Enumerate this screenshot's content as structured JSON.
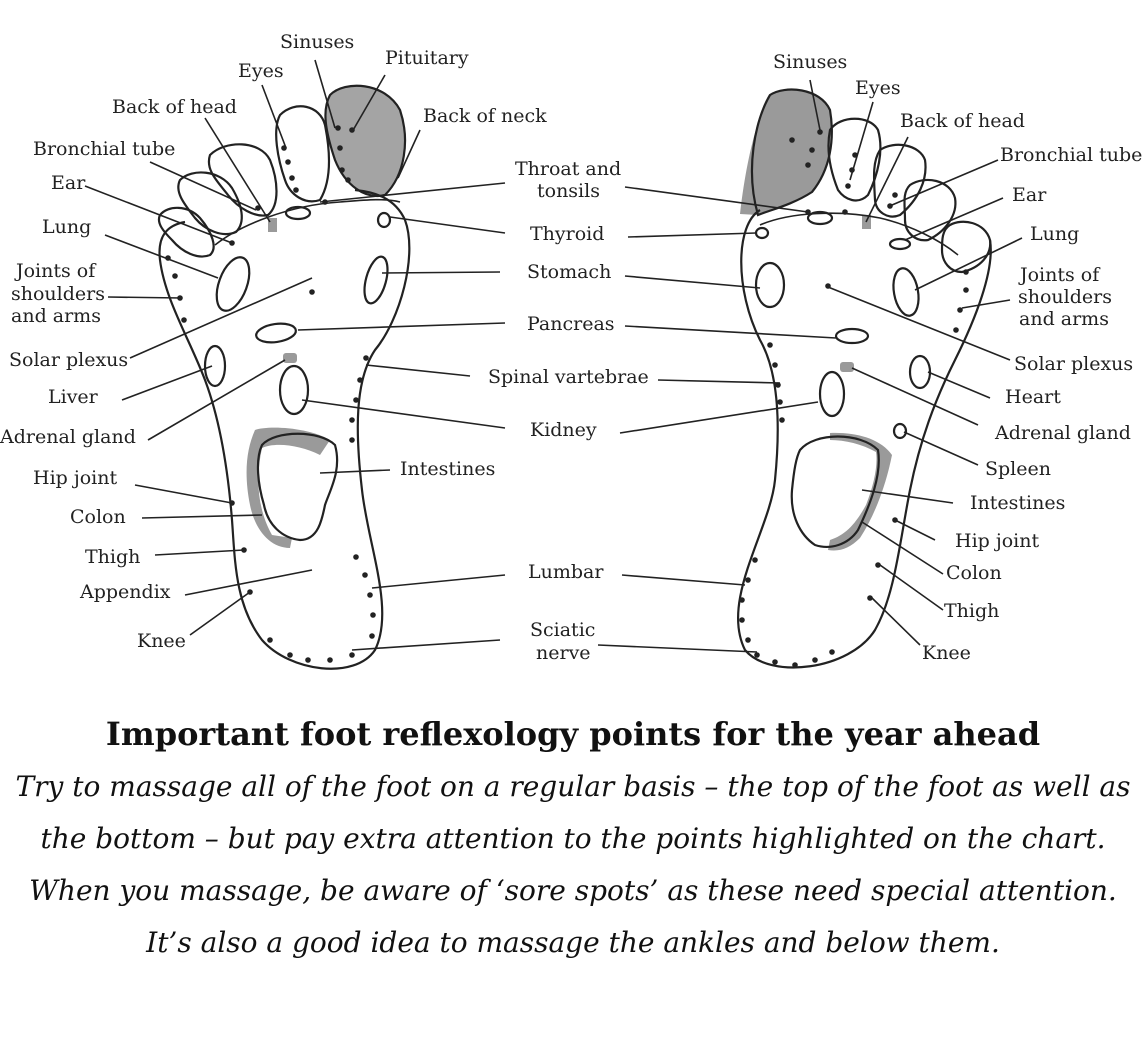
{
  "left_foot": {
    "sinuses": "Sinuses",
    "pituitary": "Pituitary",
    "eyes": "Eyes",
    "back_of_head": "Back of head",
    "back_of_neck": "Back of neck",
    "bronchial_tube": "Bronchial tube",
    "ear": "Ear",
    "lung": "Lung",
    "joints_line1": "Joints of",
    "joints_line2": "shoulders",
    "joints_line3": "and arms",
    "solar_plexus": "Solar plexus",
    "liver": "Liver",
    "adrenal_gland": "Adrenal gland",
    "hip_joint": "Hip joint",
    "colon": "Colon",
    "thigh": "Thigh",
    "appendix": "Appendix",
    "knee": "Knee",
    "intestines": "Intestines"
  },
  "center": {
    "throat_line1": "Throat and",
    "throat_line2": "tonsils",
    "thyroid": "Thyroid",
    "stomach": "Stomach",
    "pancreas": "Pancreas",
    "spinal": "Spinal vartebrae",
    "kidney": "Kidney",
    "lumbar": "Lumbar",
    "sciatic_line1": "Sciatic",
    "sciatic_line2": "nerve"
  },
  "right_foot": {
    "sinuses": "Sinuses",
    "eyes": "Eyes",
    "back_of_head": "Back of head",
    "bronchial_tube": "Bronchial tube",
    "ear": "Ear",
    "lung": "Lung",
    "joints_line1": "Joints of",
    "joints_line2": "shoulders",
    "joints_line3": "and arms",
    "solar_plexus": "Solar plexus",
    "heart": "Heart",
    "adrenal_gland": "Adrenal gland",
    "spleen": "Spleen",
    "intestines": "Intestines",
    "hip_joint": "Hip joint",
    "colon": "Colon",
    "thigh": "Thigh",
    "knee": "Knee"
  },
  "caption": {
    "title": "Important foot reflexology points for the year ahead",
    "line1": "Try to massage all of the foot on a regular basis – the top of the foot as well as",
    "line2": "the bottom – but pay extra attention to the points highlighted on the chart.",
    "line3": "When you massage, be aware of ‘sore spots’ as these need special attention.",
    "line4": "It’s also a good idea to massage the ankles and below them."
  },
  "colors": {
    "highlight": "#9a9a9a",
    "ink": "#222222"
  }
}
